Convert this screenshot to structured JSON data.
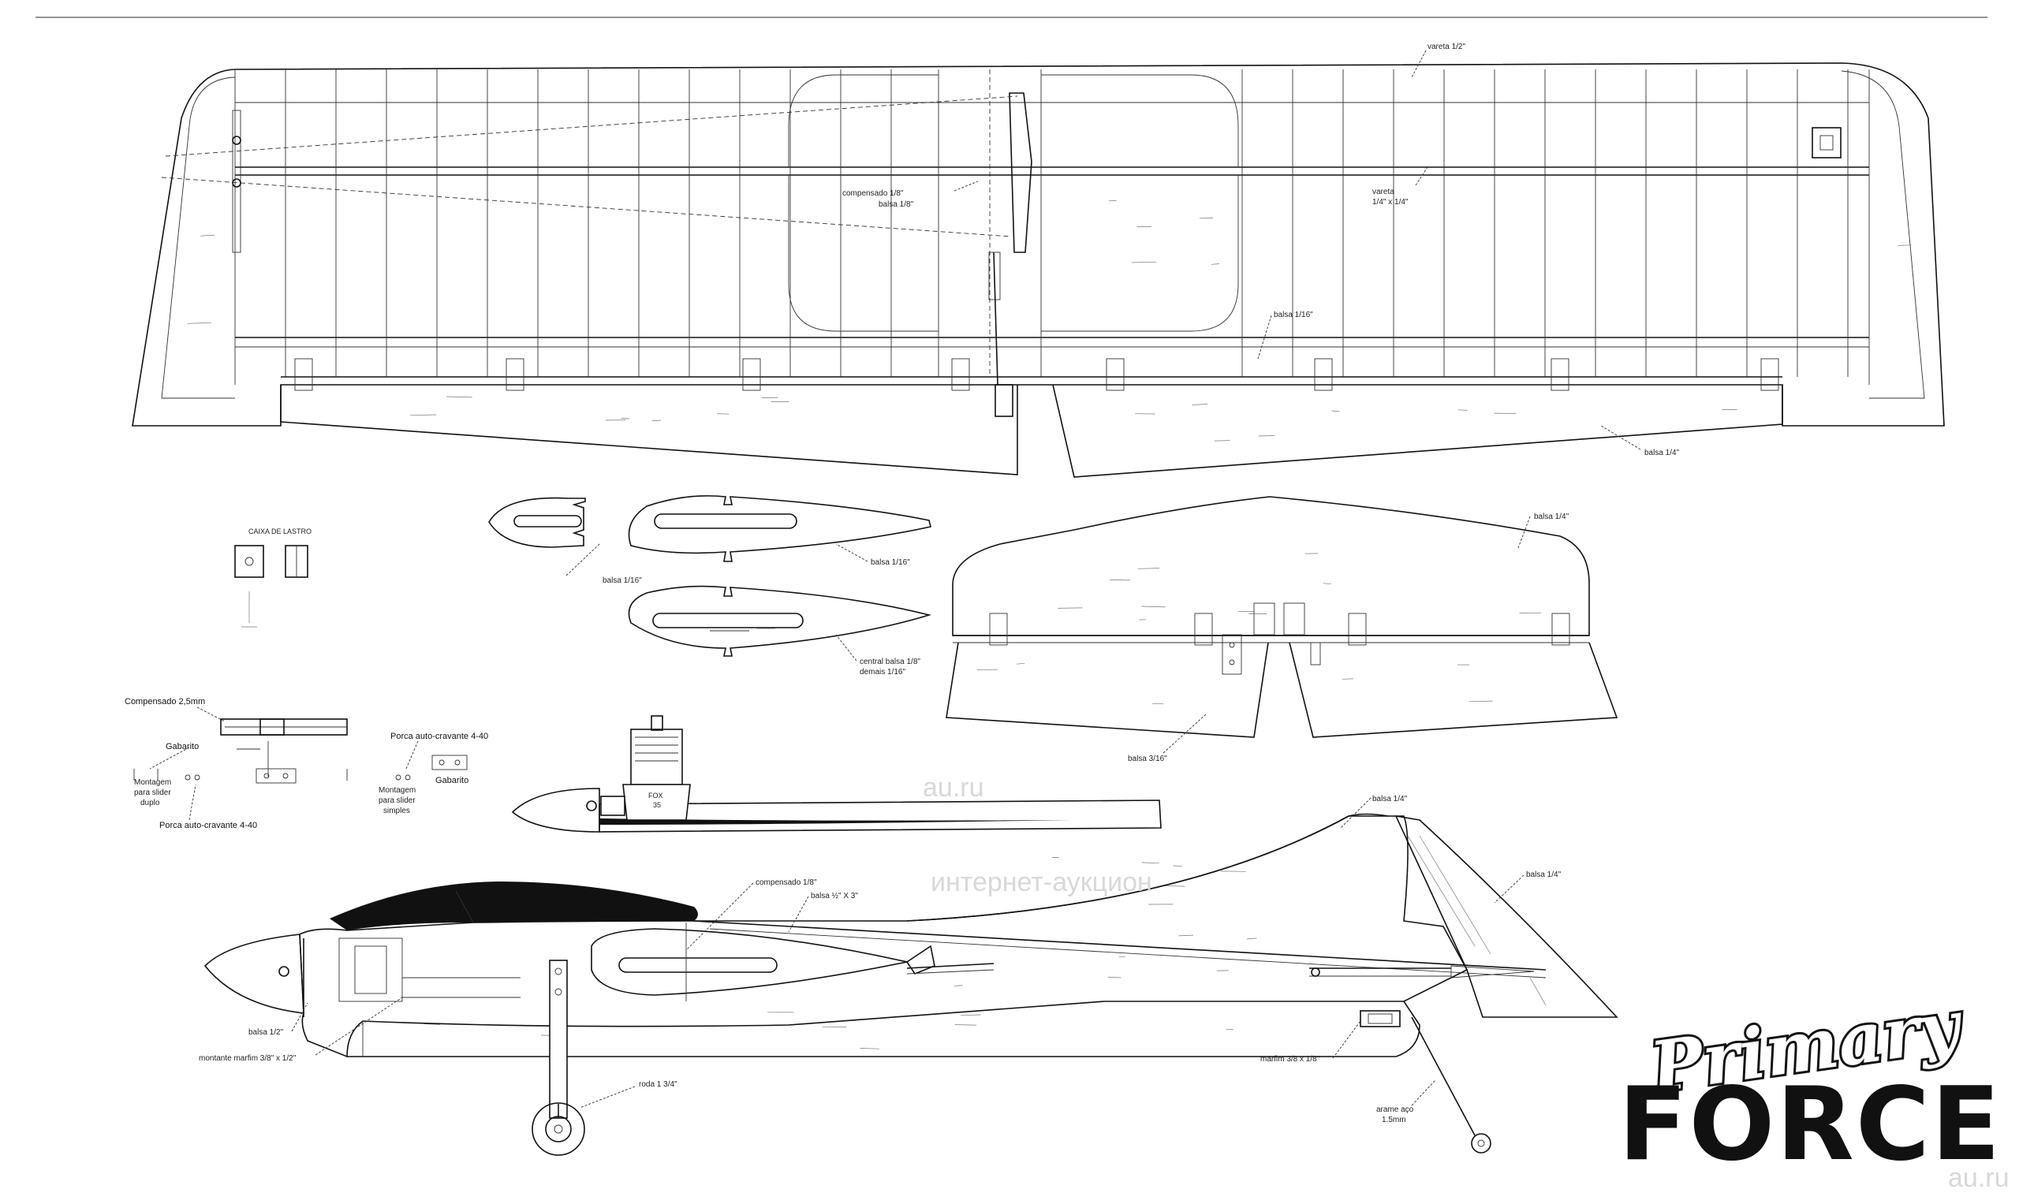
{
  "labels": {
    "vareta_half": "vareta 1/2\"",
    "compensado_eighth": "compensado 1/8\"",
    "balsa_eighth": "balsa 1/8\"",
    "vareta_quarter_l1": "vareta",
    "vareta_quarter_l2": "1/4\" x 1/4\"",
    "balsa_sixteenth_wing": "balsa 1/16\"",
    "balsa_quarter_flap": "balsa 1/4\"",
    "caixa_lastro": "CAIXA DE LASTRO",
    "balsa_sixteenth_rib1": "balsa 1/16\"",
    "balsa_sixteenth_rib2": "balsa 1/16\"",
    "central_balsa_l1": "central balsa 1/8\"",
    "central_balsa_l2": "demais 1/16\"",
    "balsa_quarter_stab": "balsa 1/4\"",
    "balsa_three_sixteenth": "balsa 3/16\"",
    "compensado_25": "Compensado 2,5mm",
    "gabarito_1": "Gabarito",
    "montagem_duplo_l1": "Montagem",
    "montagem_duplo_l2": "para slider",
    "montagem_duplo_l3": "duplo",
    "porca_bottom": "Porca auto-cravante 4-40",
    "porca_top": "Porca auto-cravante 4-40",
    "montagem_simples_l1": "Montagem",
    "montagem_simples_l2": "para slider",
    "montagem_simples_l3": "simples",
    "gabarito_2": "Gabarito",
    "engine_brand": "FOX",
    "engine_size": "35",
    "balsa_quarter_fin": "balsa 1/4\"",
    "balsa_quarter_rudder": "balsa 1/4\"",
    "compensado_eighth_fus": "compensado 1/8\"",
    "balsa_half_x3": "balsa ½\" X 3\"",
    "balsa_half": "balsa 1/2\"",
    "montante": "montante marfim 3/8\" x 1/2\"",
    "roda": "roda 1 3/4\"",
    "marfim": "marfim 3/8 x 1/8\"",
    "arame_l1": "arame aço",
    "arame_l2": "1.5mm"
  },
  "logo": {
    "script": "Primary",
    "block": "FORCE"
  },
  "watermark": {
    "site": "au.ru",
    "center": "au.ru",
    "center_sub": "интернет-аукцион"
  }
}
